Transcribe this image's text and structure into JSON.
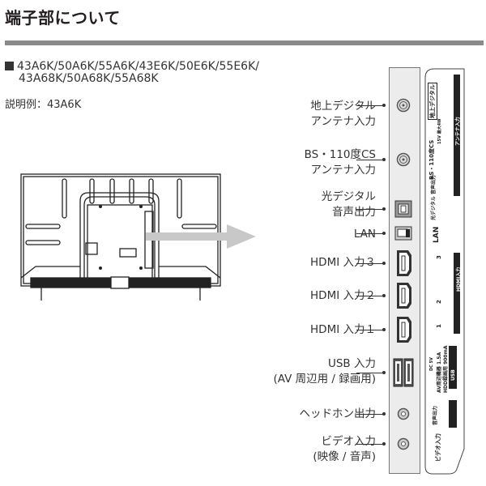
{
  "page": {
    "title": "端子部について",
    "models_line1": "43A6K/50A6K/55A6K/43E6K/50E6K/55E6K/",
    "models_line2": "43A68K/50A68K/55A68K",
    "example": "説明例：43A6K"
  },
  "colors": {
    "rule": "#8a8a8a",
    "panel": "#ececec",
    "arrow": "#c8c8c8",
    "text": "#333333"
  },
  "terminals": [
    {
      "line1": "地上デジタル",
      "line2": "アンテナ入力",
      "icon": "antenna-coax-icon"
    },
    {
      "line1": "BS・110度CS",
      "line2": "アンテナ入力",
      "icon": "antenna-coax-icon"
    },
    {
      "line1": "光デジタル",
      "line2": "音声出力",
      "icon": "optical-port-icon"
    },
    {
      "line1": "LAN",
      "line2": "",
      "icon": "lan-port-icon"
    },
    {
      "line1": "HDMI 入力３",
      "line2": "",
      "icon": "hdmi-port-icon"
    },
    {
      "line1": "HDMI 入力２",
      "line2": "",
      "icon": "hdmi-port-icon"
    },
    {
      "line1": "HDMI 入力１",
      "line2": "",
      "icon": "hdmi-port-icon"
    },
    {
      "line1": "USB 入力",
      "line2": "(AV 周辺用 / 録画用)",
      "icon": "usb-port-icon"
    },
    {
      "line1": "ヘッドホン出力",
      "line2": "",
      "icon": "headphone-jack-icon"
    },
    {
      "line1": "ビデオ入力",
      "line2": "(映像 / 音声)",
      "icon": "video-jack-icon"
    }
  ],
  "side_label": {
    "terrestrial": "地上デジタル",
    "antenna_input": "アンテナ入力",
    "bs_cs": "BS・110度CS",
    "power": "15V 最大4W",
    "optical": "光デジタル 音声出力",
    "lan": "LAN",
    "hdmi_3": "3",
    "hdmi_2": "2",
    "hdmi_1": "1",
    "hdmi_input": "HDMI入力",
    "usb_spec1": "DC 5V",
    "usb_spec2": "AV周辺機器 1.5A",
    "usb_spec3": "HDD録画用 900mA",
    "usb": "USB",
    "headphone": "音声出力",
    "video": "ビデオ入力"
  }
}
